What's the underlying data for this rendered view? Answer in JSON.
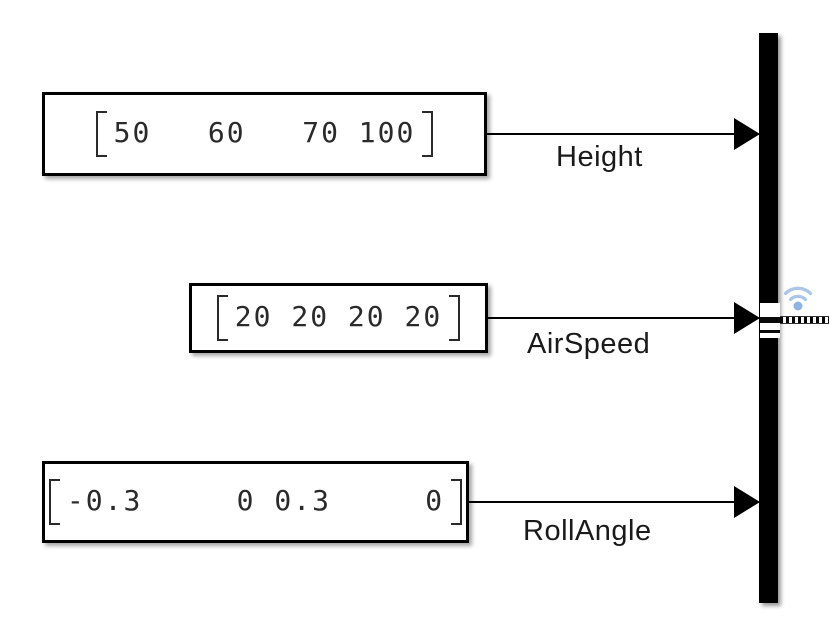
{
  "diagram_type": "simulink-block-diagram",
  "blocks": [
    {
      "name": "constant-height",
      "value": "50   60   70 100",
      "signal_label": "Height"
    },
    {
      "name": "constant-airspeed",
      "value": "20 20 20 20",
      "signal_label": "AirSpeed"
    },
    {
      "name": "constant-rollangle",
      "value": "-0.3     0 0.3     0",
      "signal_label": "RollAngle"
    }
  ],
  "mux_block": {
    "shape": "vertical-black-bar",
    "input_count": 3
  },
  "icons": {
    "wireless_badge": "wifi-signal-icon",
    "arrowheads": "solid-triangle-right",
    "value_brackets": "matrix-square-brackets"
  },
  "colors": {
    "background": "#ffffff",
    "block_fill": "#ffffff",
    "stroke": "#000000",
    "value_text": "#2a2a2a",
    "label_text": "#1a1a1a",
    "wifi_arc": "#a9c5e8",
    "wifi_dot": "#8fb4e0"
  }
}
